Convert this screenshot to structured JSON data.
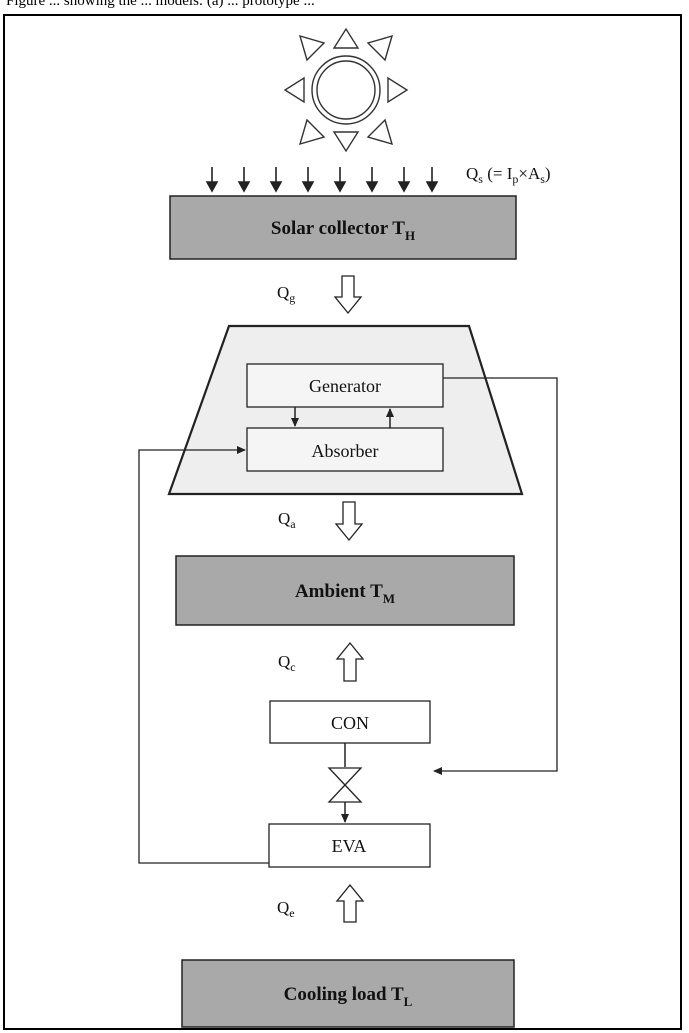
{
  "caption": "Figure ... showing the ... models: (a) ... prototype ...",
  "blocks": {
    "solar_collector": {
      "label": "Solar collector T",
      "sub": "H"
    },
    "ambient": {
      "label": "Ambient T",
      "sub": "M"
    },
    "cooling_load": {
      "label": "Cooling load T",
      "sub": "L"
    }
  },
  "components": {
    "generator": "Generator",
    "absorber": "Absorber",
    "condenser": "CON",
    "evaporator": "EVA"
  },
  "heat_flows": {
    "qs": {
      "main": "Q",
      "sub": "s",
      "expr_open": " (= I",
      "expr_sub1": "p",
      "expr_mid": "×A",
      "expr_sub2": "s",
      "expr_close": ")"
    },
    "qg": {
      "main": "Q",
      "sub": "g"
    },
    "qa": {
      "main": "Q",
      "sub": "a"
    },
    "qc": {
      "main": "Q",
      "sub": "c"
    },
    "qe": {
      "main": "Q",
      "sub": "e"
    }
  },
  "colors": {
    "block_fill": "#a9a9a9",
    "trapezoid_fill": "#eeeeee",
    "inner_box_fill": "#f5f5f5",
    "line": "#222222"
  },
  "icons": [
    "sun-icon",
    "expansion-valve-icon",
    "hollow-arrow-icon",
    "radiation-arrow-icon"
  ]
}
